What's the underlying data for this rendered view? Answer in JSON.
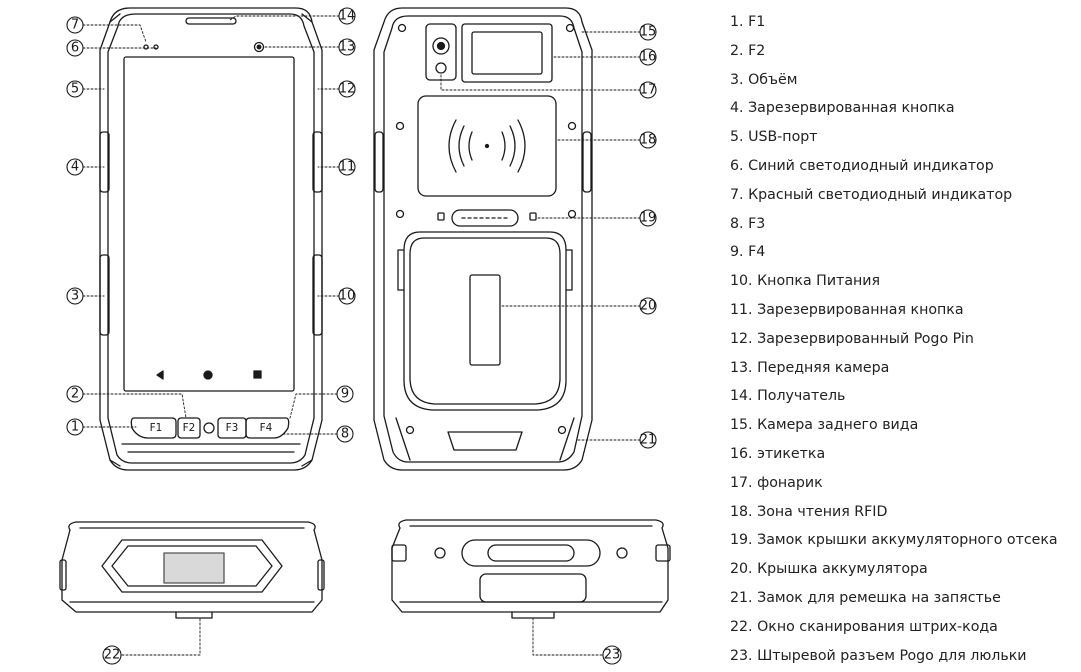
{
  "colors": {
    "line": "#1a1a1a",
    "body_fill": "#ffffff",
    "label_window": "#d9d9d9",
    "legend_text": "#222222"
  },
  "callouts": [
    "1",
    "2",
    "3",
    "4",
    "5",
    "6",
    "7",
    "8",
    "9",
    "10",
    "11",
    "12",
    "13",
    "14",
    "15",
    "16",
    "17",
    "18",
    "19",
    "20",
    "21",
    "22",
    "23"
  ],
  "buttons": {
    "f1": "F1",
    "f2": "F2",
    "f3": "F3",
    "f4": "F4"
  },
  "nav_icons": [
    "back-icon",
    "home-icon",
    "recents-icon"
  ],
  "legend": [
    {
      "num": "1.",
      "text": "F1"
    },
    {
      "num": "2.",
      "text": "F2"
    },
    {
      "num": "3.",
      "text": "Объём"
    },
    {
      "num": "4.",
      "text": "Зарезервированная кнопка"
    },
    {
      "num": "5.",
      "text": "USB-порт"
    },
    {
      "num": "6.",
      "text": "Синий светодиодный индикатор"
    },
    {
      "num": "7.",
      "text": "Красный светодиодный индикатор"
    },
    {
      "num": "8.",
      "text": "F3"
    },
    {
      "num": "9.",
      "text": "F4"
    },
    {
      "num": "10.",
      "text": "Кнопка Питания"
    },
    {
      "num": "11.",
      "text": "Зарезервированная кнопка"
    },
    {
      "num": "12.",
      "text": "Зарезервированный Pogo Pin"
    },
    {
      "num": "13.",
      "text": "Передняя камера"
    },
    {
      "num": "14.",
      "text": "Получатель"
    },
    {
      "num": "15.",
      "text": "Камера заднего вида"
    },
    {
      "num": "16.",
      "text": "этикетка"
    },
    {
      "num": "17.",
      "text": "фонарик"
    },
    {
      "num": "18.",
      "text": "Зона чтения RFID"
    },
    {
      "num": "19.",
      "text": "Замок крышки аккумуляторного отсека"
    },
    {
      "num": "20.",
      "text": "Крышка аккумулятора"
    },
    {
      "num": "21.",
      "text": "Замок для ремешка на запястье"
    },
    {
      "num": "22.",
      "text": "Окно сканирования штрих-кода"
    },
    {
      "num": "23.",
      "text": "Штыревой разъем Pogo для люльки"
    }
  ]
}
